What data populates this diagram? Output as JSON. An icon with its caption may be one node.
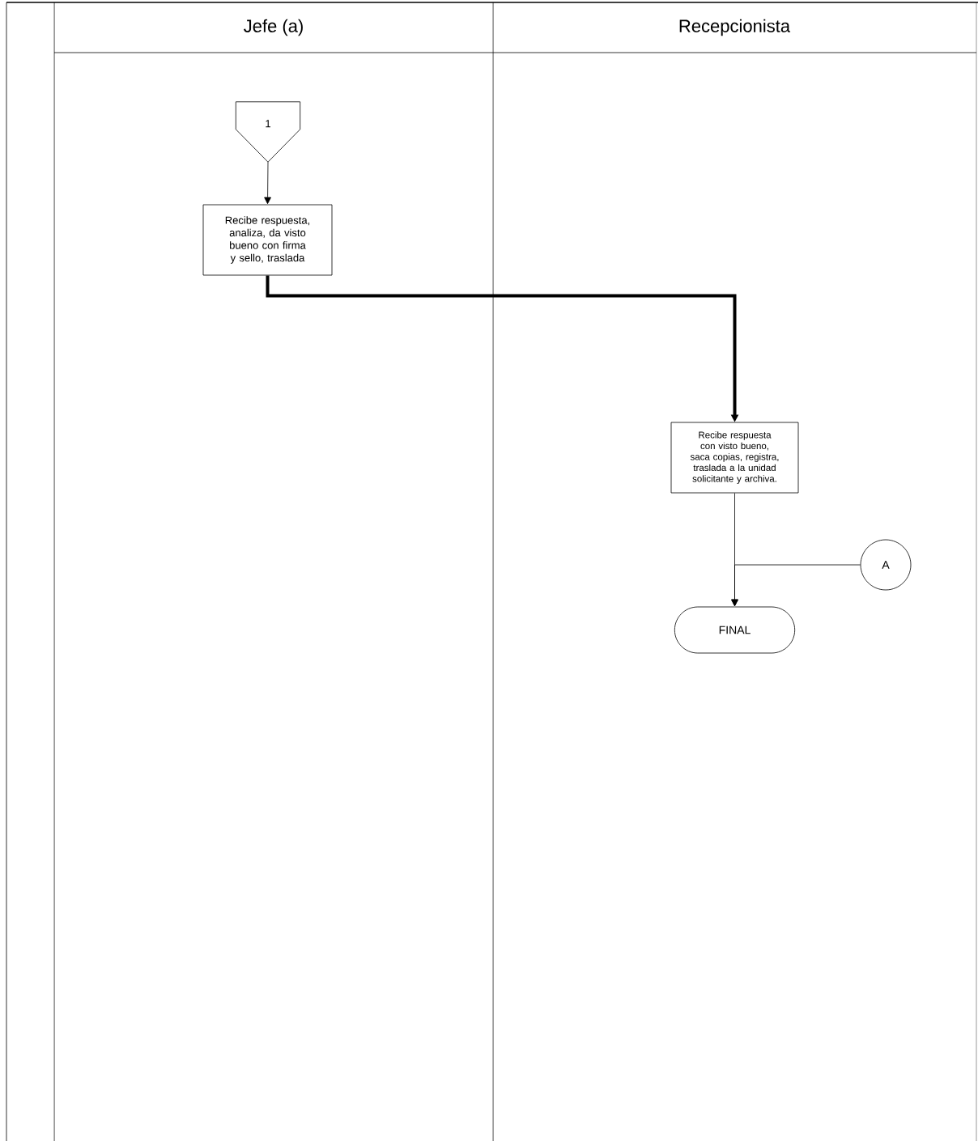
{
  "diagram": {
    "nodes": [
      {
        "text": [
          "Jefe (a)"
        ]
      },
      {
        "text": [
          "Recepcionista"
        ]
      },
      {
        "text": [
          "1"
        ]
      },
      {
        "text": [
          "Recibe respuesta, analiza, da visto bueno con firma y sello, traslada"
        ]
      },
      {
        "text": [
          "Recibe respuesta con visto bueno, saca copias, registra, traslada a la unidad solicitante y archiva."
        ]
      },
      {
        "text": [
          "A"
        ]
      },
      {
        "text": [
          "FINAL"
        ]
      }
    ],
    "edges": [
      {
        "from": 2,
        "to": 3,
        "arrow": "to"
      },
      {
        "from": 3,
        "to": 4,
        "arrow": "to",
        "style": "thick"
      },
      {
        "from": 4,
        "to": 6,
        "arrow": "to"
      },
      {
        "from": 5,
        "to": 6,
        "arrow": "to"
      }
    ]
  }
}
